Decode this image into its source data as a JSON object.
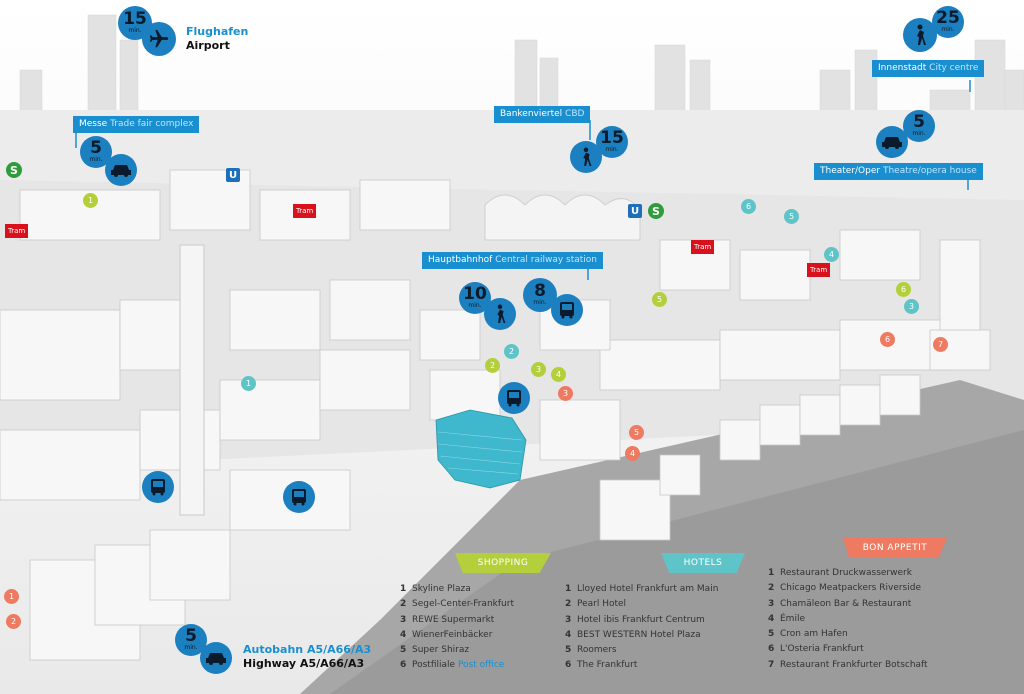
{
  "header": {
    "airport": {
      "minutes": "15",
      "min_label": "min.",
      "de": "Flughafen",
      "en": "Airport"
    },
    "walk_city": {
      "minutes": "25",
      "min_label": "min.",
      "de": "Innenstadt",
      "en": "City centre"
    }
  },
  "labels": {
    "messe": {
      "de": "Messe",
      "en": "Trade fair complex",
      "minutes": "5",
      "min_label": "min."
    },
    "cbd": {
      "de": "Bankenviertel",
      "en": "CBD",
      "minutes": "15",
      "min_label": "min."
    },
    "theater": {
      "de": "Theater/Oper",
      "en": "Theatre/opera house",
      "minutes": "5",
      "min_label": "min."
    },
    "station": {
      "de": "Hauptbahnhof",
      "en": "Central railway station",
      "walk_minutes": "10",
      "drive_minutes": "8",
      "min_label": "min."
    },
    "autobahn": {
      "de": "Autobahn A5/A66/A3",
      "en": "Highway A5/A66/A3",
      "minutes": "5",
      "min_label": "min."
    }
  },
  "transit": {
    "tram": "Tram",
    "u": "U",
    "s": "S"
  },
  "legend": {
    "shopping": {
      "title": "SHOPPING",
      "color": "#b3cf3c",
      "items": [
        {
          "n": "1",
          "text": "Skyline Plaza"
        },
        {
          "n": "2",
          "text": "Segel-Center-Frankfurt"
        },
        {
          "n": "3",
          "text": "REWE Supermarkt"
        },
        {
          "n": "4",
          "text": "WienerFeinbäcker"
        },
        {
          "n": "5",
          "text": "Super Shiraz"
        },
        {
          "n": "6",
          "text": "Postfiliale",
          "extra": "Post office"
        }
      ]
    },
    "hotels": {
      "title": "HOTELS",
      "color": "#5ec4c8",
      "items": [
        {
          "n": "1",
          "text": "Lloyed Hotel Frankfurt am Main"
        },
        {
          "n": "2",
          "text": "Pearl Hotel"
        },
        {
          "n": "3",
          "text": "Hotel ibis Frankfurt Centrum"
        },
        {
          "n": "4",
          "text": "BEST WESTERN Hotel Plaza"
        },
        {
          "n": "5",
          "text": "Roomers"
        },
        {
          "n": "6",
          "text": "The Frankfurt"
        }
      ]
    },
    "bon_appetit": {
      "title": "BON APPETIT",
      "color": "#ee7a62",
      "items": [
        {
          "n": "1",
          "text": "Restaurant Druckwasserwerk"
        },
        {
          "n": "2",
          "text": "Chicago Meatpackers Riverside"
        },
        {
          "n": "3",
          "text": "Chamäleon Bar & Restaurant"
        },
        {
          "n": "4",
          "text": "Émile"
        },
        {
          "n": "5",
          "text": "Cron am Hafen"
        },
        {
          "n": "6",
          "text": "L'Osteria Frankfurt"
        },
        {
          "n": "7",
          "text": "Restaurant Frankfurter Botschaft"
        }
      ]
    }
  },
  "markers": {
    "green": [
      "1",
      "5",
      "2",
      "3",
      "4",
      "6"
    ],
    "teal": [
      "6",
      "5",
      "4",
      "3",
      "2",
      "1"
    ],
    "orange": [
      "1",
      "2",
      "3",
      "4",
      "5",
      "6",
      "7"
    ]
  },
  "colors": {
    "accent": "#1a8fd0",
    "highlight_building": "#3fb7cc",
    "tram": "#d8111c",
    "u_bahn": "#1c6fb8",
    "s_bahn": "#2f9b3d"
  }
}
